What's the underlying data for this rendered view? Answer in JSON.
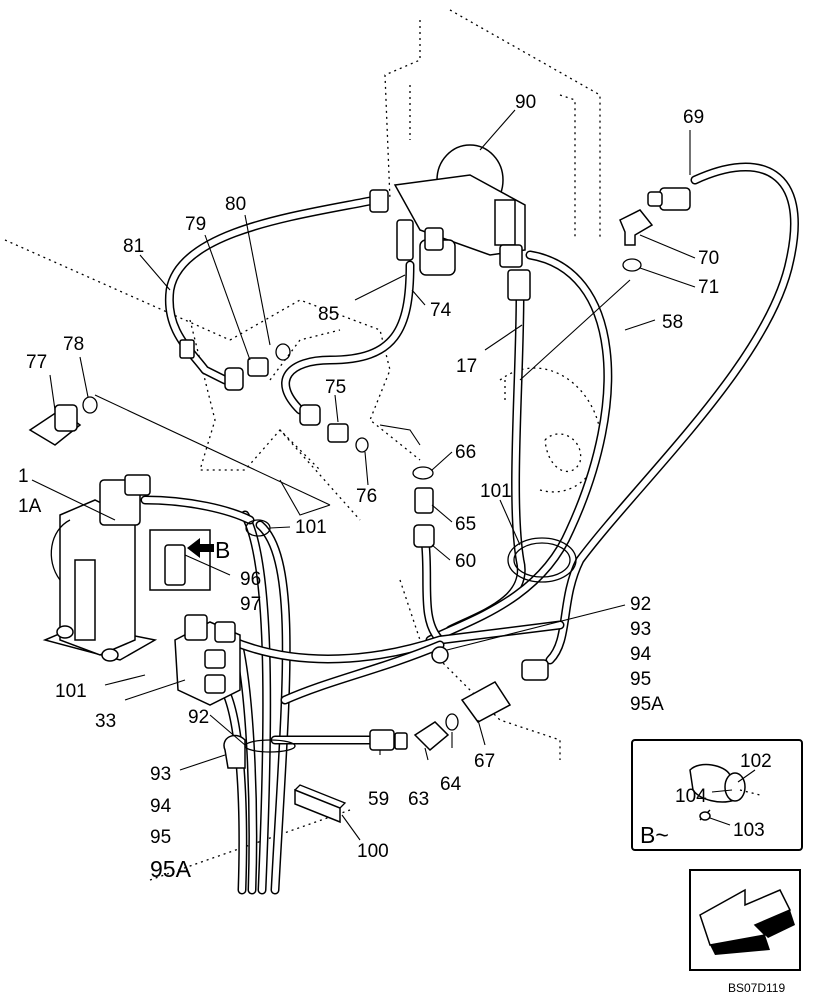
{
  "labels": {
    "l90": "90",
    "l69": "69",
    "l80": "80",
    "l79": "79",
    "l81": "81",
    "l70": "70",
    "l71": "71",
    "l85": "85",
    "l74": "74",
    "l58": "58",
    "l78": "78",
    "l77": "77",
    "l75": "75",
    "l17": "17",
    "l66": "66",
    "l76": "76",
    "l1": "1",
    "l1a": "1A",
    "l65": "65",
    "l101a": "101",
    "l101b": "101",
    "l60": "60",
    "lB": "B",
    "l96": "96",
    "l97": "97",
    "l92a": "92",
    "l93a": "93",
    "l94a": "94",
    "l95a": "95",
    "l95Aa": "95A",
    "l101c": "101",
    "l33": "33",
    "l92b": "92",
    "l93b": "93",
    "l94b": "94",
    "l95b": "95",
    "l95Ab": "95A",
    "l59": "59",
    "l63": "63",
    "l64": "64",
    "l67": "67",
    "l100": "100",
    "l102": "102",
    "l104": "104",
    "l103": "103",
    "lBview": "B~"
  },
  "drawing_code": "BS07D119"
}
